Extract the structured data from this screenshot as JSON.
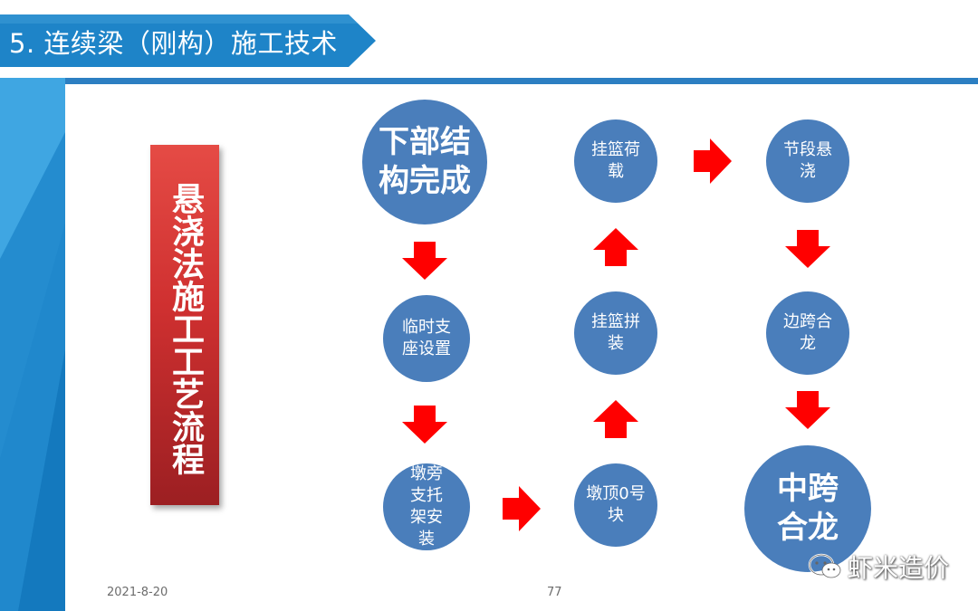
{
  "header": {
    "title": "5. 连续梁（刚构）施工技术"
  },
  "side_title": "悬浇法施工工艺流程",
  "flow": {
    "nodes": {
      "n1": "下部结构完成",
      "n2": "临时支座设置",
      "n3": "墩旁支托架安装",
      "n4": "墩顶0号块",
      "n5": "挂篮拼装",
      "n6": "挂篮荷载",
      "n7": "节段悬浇",
      "n8": "边跨合龙",
      "n9": "中跨合龙"
    }
  },
  "footer": {
    "date": "2021-8-20",
    "page": "77"
  },
  "watermark": {
    "text": "虾米造价"
  },
  "colors": {
    "banner": "#1e7fc4",
    "node": "#4a7ebb",
    "arrow": "#ff0000",
    "side_title_bg": "#cf3030"
  }
}
